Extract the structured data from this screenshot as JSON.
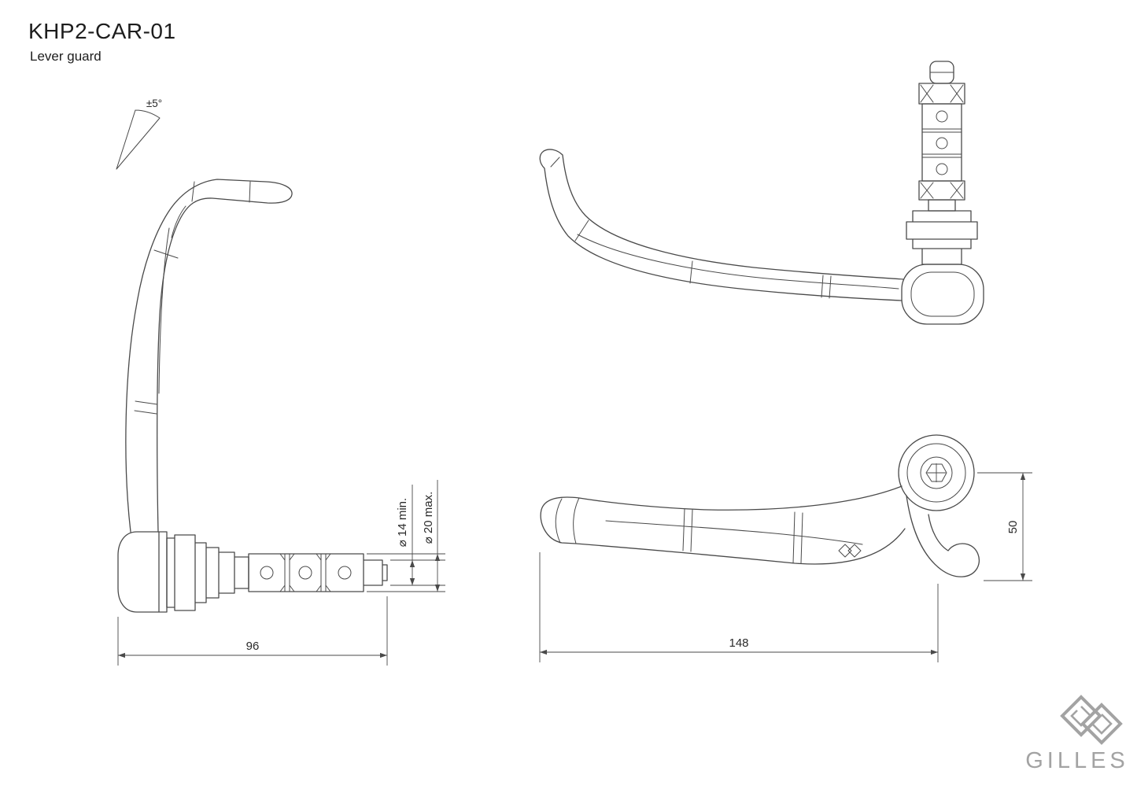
{
  "drawing": {
    "part_number": "KHP2-CAR-01",
    "part_name": "Lever guard"
  },
  "front_view": {
    "angle_tolerance": "±5°",
    "overall_width": "96",
    "bar_diameter_min": "⌀ 14 min.",
    "bar_diameter_max": "⌀ 20 max."
  },
  "profile_view": {
    "overall_length": "148",
    "drop_height": "50"
  },
  "brand": {
    "name": "GILLES"
  },
  "colors": {
    "background": "#ffffff",
    "line": "#4a4a4a",
    "text": "#2a2a2a",
    "brand": "#a3a3a3"
  }
}
